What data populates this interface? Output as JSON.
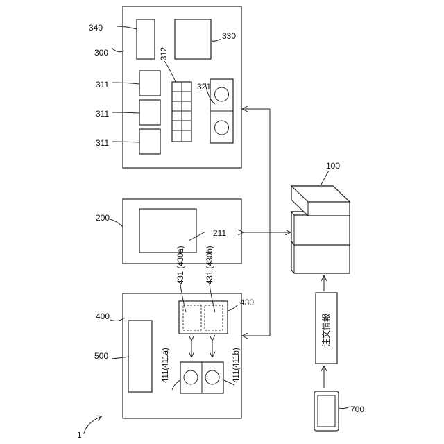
{
  "diagram": {
    "system_ref": "1",
    "units": {
      "u300": "300",
      "u340": "340",
      "u330": "330",
      "u312": "312",
      "u321": "321",
      "u311_top": "311",
      "u311_mid": "311",
      "u311_bot": "311",
      "u200": "200",
      "u211": "211",
      "u400": "400",
      "u500": "500",
      "u430": "430",
      "u431a": "431 (430a)",
      "u431b": "431 (430b)",
      "u411a": "411(411a)",
      "u411b": "411(411b)",
      "u100": "100",
      "u700": "700"
    },
    "order_info_label": "注文情報",
    "colors": {
      "line": "#222222",
      "background": "#ffffff"
    }
  }
}
